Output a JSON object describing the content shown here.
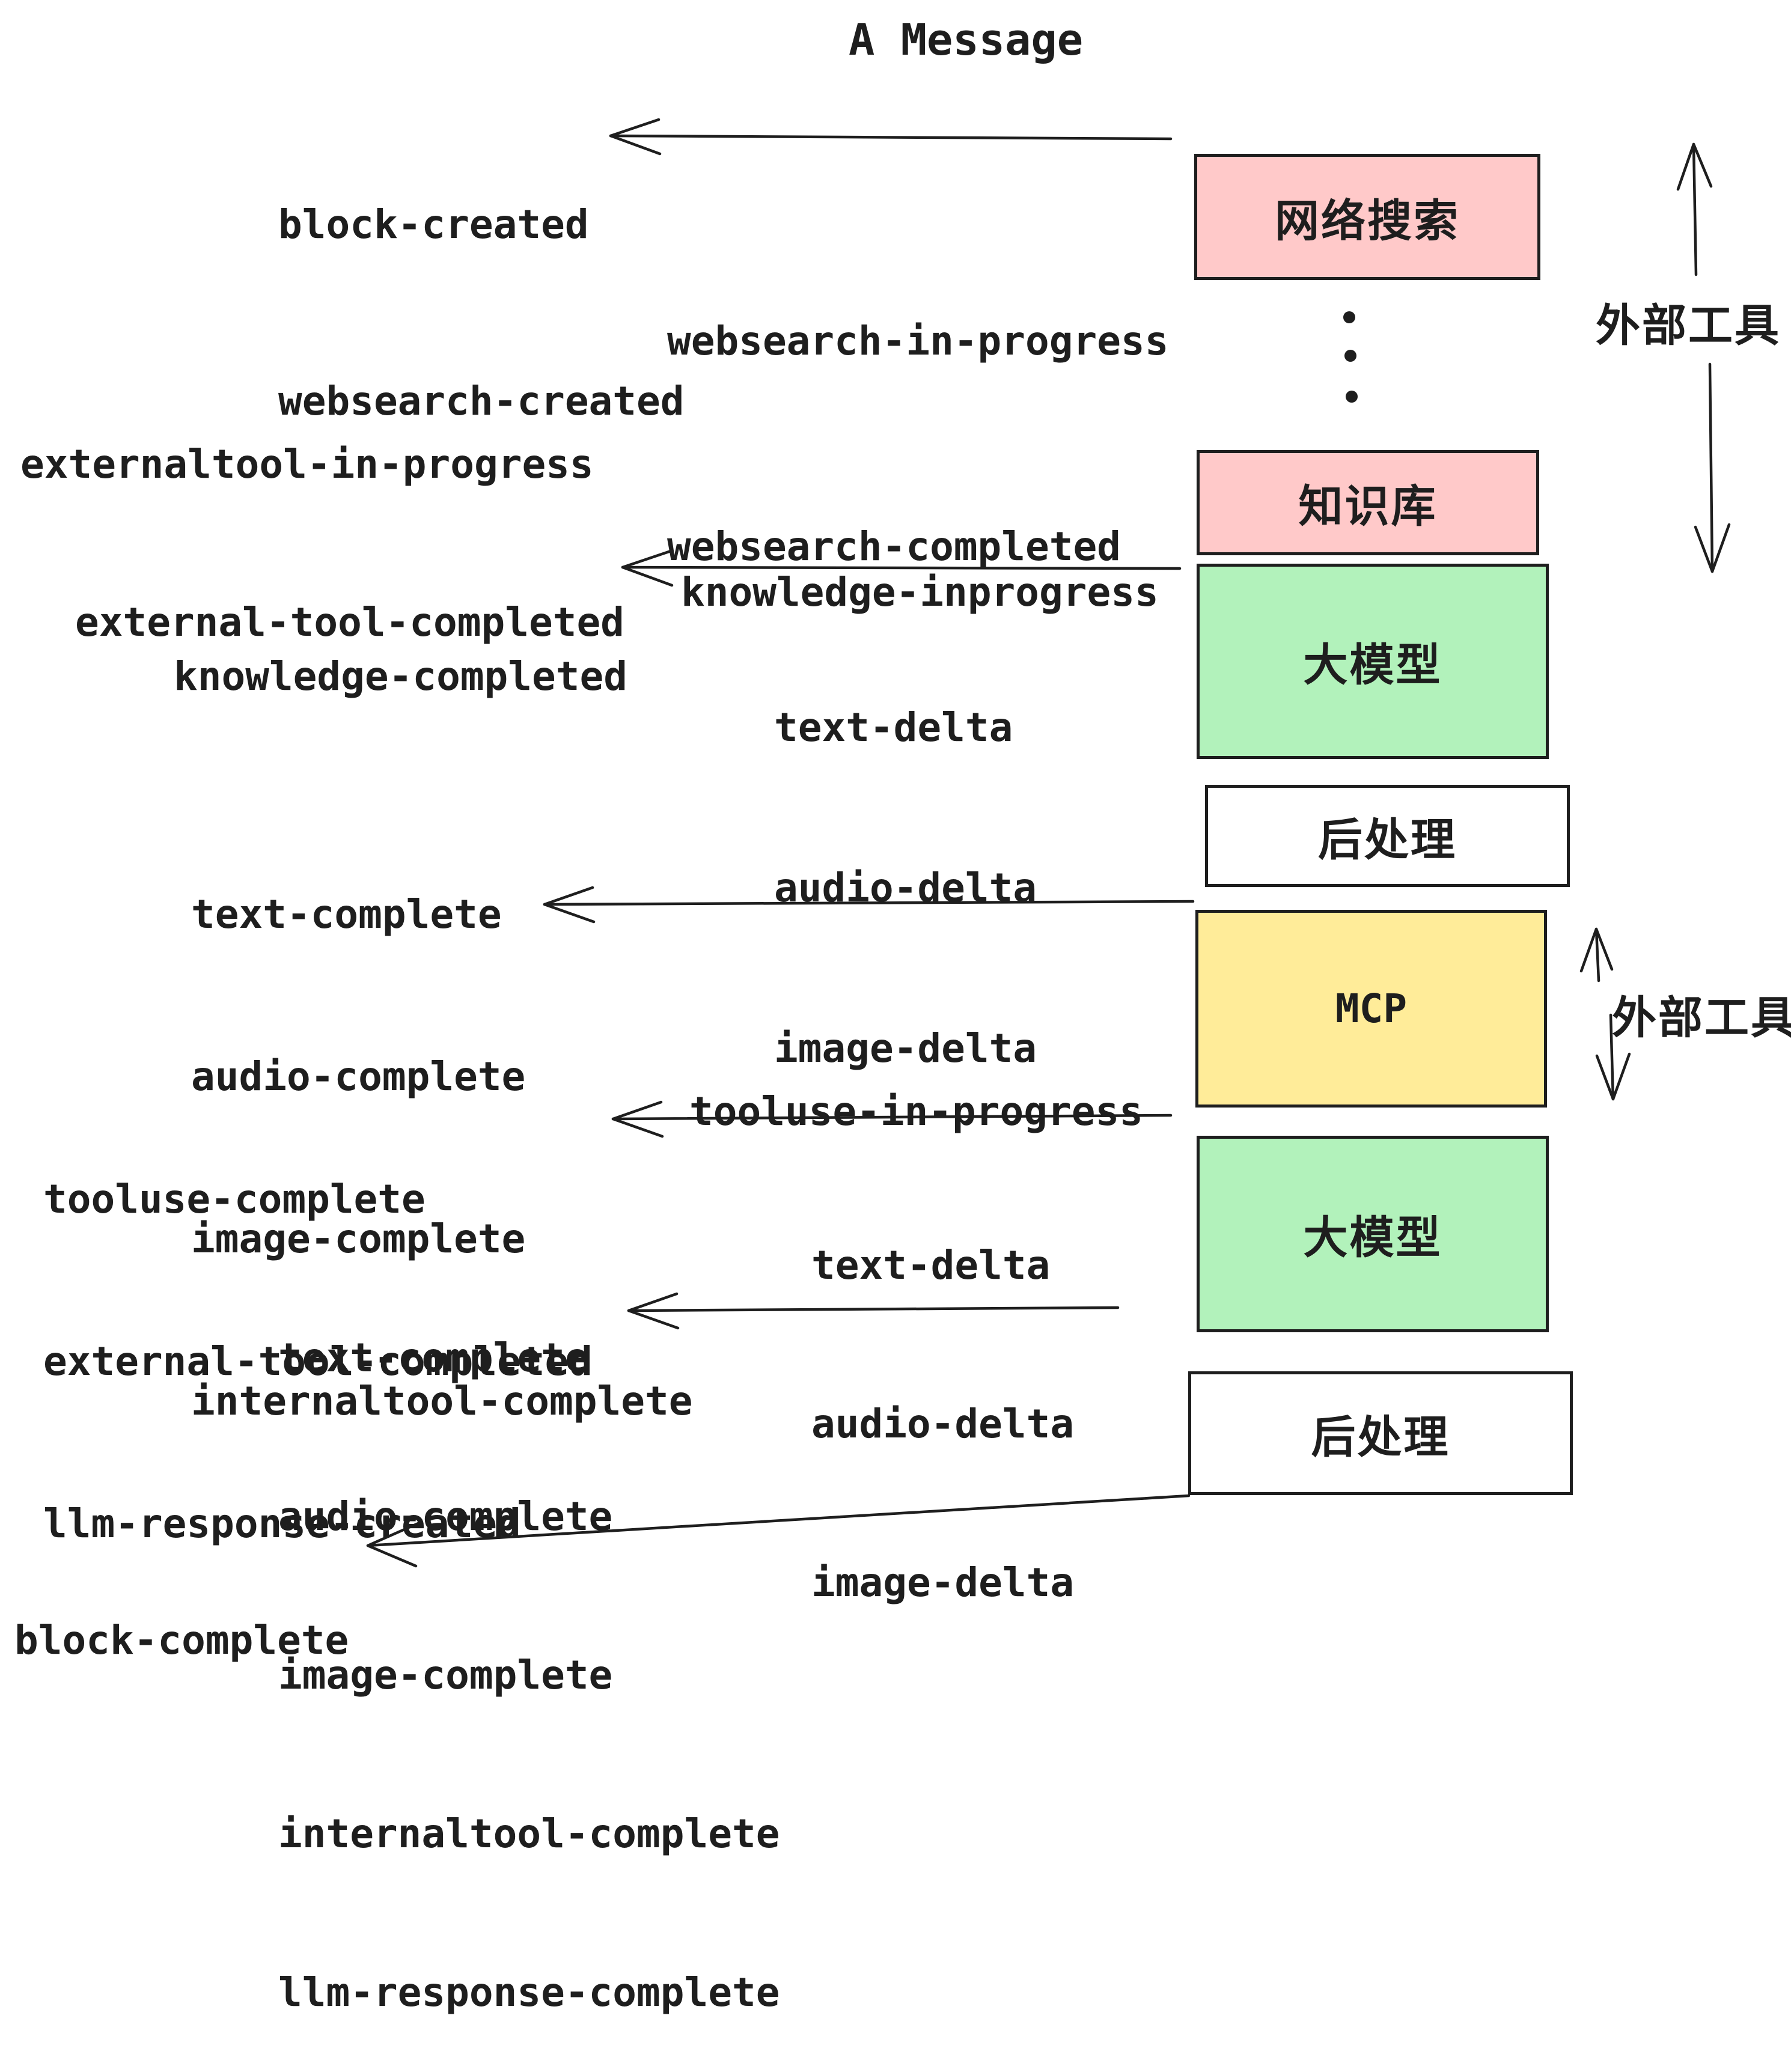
{
  "title": "A Message",
  "colors": {
    "ink": "#1e1e1e",
    "background": "#ffffff",
    "box_pink": "#ffc9c9",
    "box_green": "#b2f2bb",
    "box_yellow": "#ffec99",
    "box_white": "#ffffff"
  },
  "boxes": {
    "websearch": {
      "label": "网络搜索"
    },
    "knowledge": {
      "label": "知识库"
    },
    "llm_top": {
      "label": "大模型"
    },
    "post_top": {
      "label": "后处理"
    },
    "mcp": {
      "label": "MCP"
    },
    "llm_bottom": {
      "label": "大模型"
    },
    "post_bottom": {
      "label": "后处理"
    }
  },
  "side_labels": {
    "external_tools_top": "外部工具",
    "external_tools_mcp": "外部工具"
  },
  "groups": {
    "created_top": [
      "block-created",
      "websearch-created"
    ],
    "websearch_status": [
      "websearch-in-progress",
      "websearch-completed"
    ],
    "externaltool_in_progress": [
      "externaltool-in-progress"
    ],
    "knowledge_inprogress": [
      "knowledge-inprogress"
    ],
    "external_tool_completed_top": [
      "external-tool-completed"
    ],
    "knowledge_completed": [
      "knowledge-completed"
    ],
    "delta_top": [
      "text-delta",
      "audio-delta",
      "image-delta"
    ],
    "complete_top": [
      "text-complete",
      "audio-complete",
      "image-complete",
      "internaltool-complete"
    ],
    "tooluse_in_progress": [
      "tooluse-in-progress"
    ],
    "tooluse_response": [
      "tooluse-complete",
      "external-tool-completed",
      "llm-response-created"
    ],
    "delta_bottom": [
      "text-delta",
      "audio-delta",
      "image-delta"
    ],
    "complete_bottom": [
      "text-complete",
      "audio-complete",
      "image-complete",
      "internaltool-complete",
      "llm-response-complete"
    ],
    "block_complete": [
      "block-complete"
    ]
  }
}
